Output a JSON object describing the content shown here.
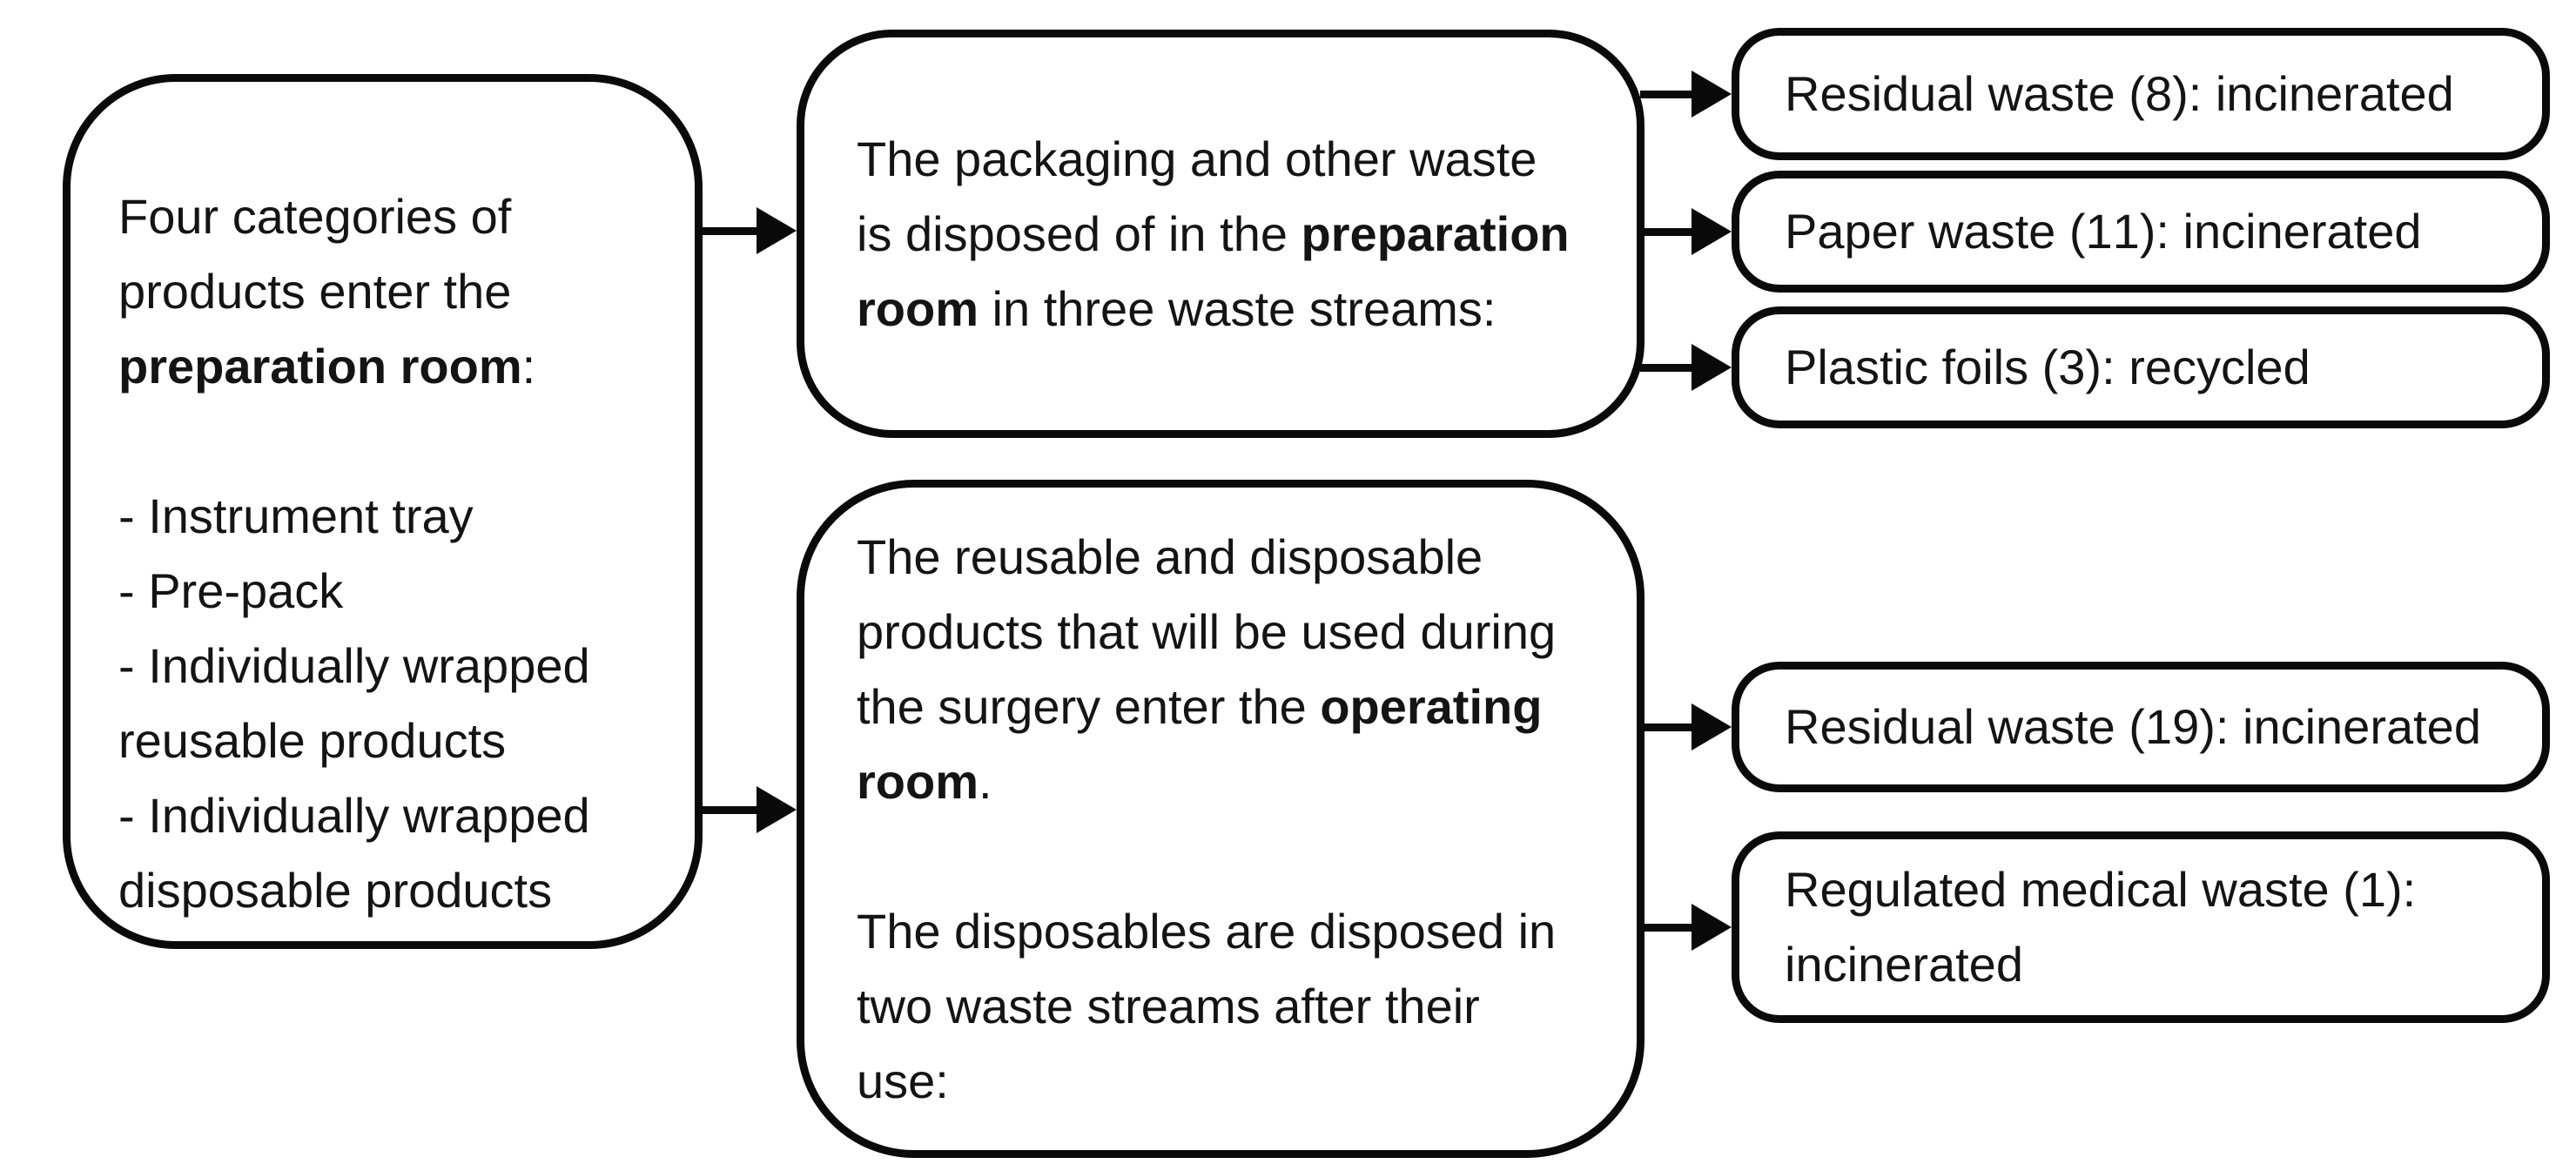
{
  "diagram": {
    "background": "#ffffff",
    "stroke_color": "#0a0a0a",
    "text_color": "#141414",
    "source_box": {
      "intro": [
        {
          "text": "Four categories of products enter the ",
          "bold": false
        },
        {
          "text": "preparation room",
          "bold": true
        },
        {
          "text": ":",
          "bold": false
        }
      ],
      "items": [
        "- Instrument tray",
        "- Pre-pack",
        "- Individually wrapped reusable products",
        "- Individually wrapped disposable products"
      ]
    },
    "preparation_room_box": {
      "text": [
        {
          "text": "The packaging and other waste is disposed of in the ",
          "bold": false
        },
        {
          "text": "preparation room",
          "bold": true
        },
        {
          "text": " in three waste streams:",
          "bold": false
        }
      ]
    },
    "operating_room_box": {
      "paragraph_1": [
        {
          "text": "The reusable and disposable products that will be used during the surgery enter the ",
          "bold": false
        },
        {
          "text": "operating room",
          "bold": true
        },
        {
          "text": ".",
          "bold": false
        }
      ],
      "paragraph_2": [
        {
          "text": "The disposables are disposed in two waste streams after their use:",
          "bold": false
        }
      ]
    },
    "preparation_waste_streams": [
      {
        "label": "Residual waste (8): incinerated"
      },
      {
        "label": "Paper waste (11): incinerated"
      },
      {
        "label": "Plastic foils (3): recycled"
      }
    ],
    "operating_waste_streams": [
      {
        "label": "Residual waste (19): incinerated"
      },
      {
        "label": "Regulated medical waste (1): incinerated"
      }
    ]
  }
}
